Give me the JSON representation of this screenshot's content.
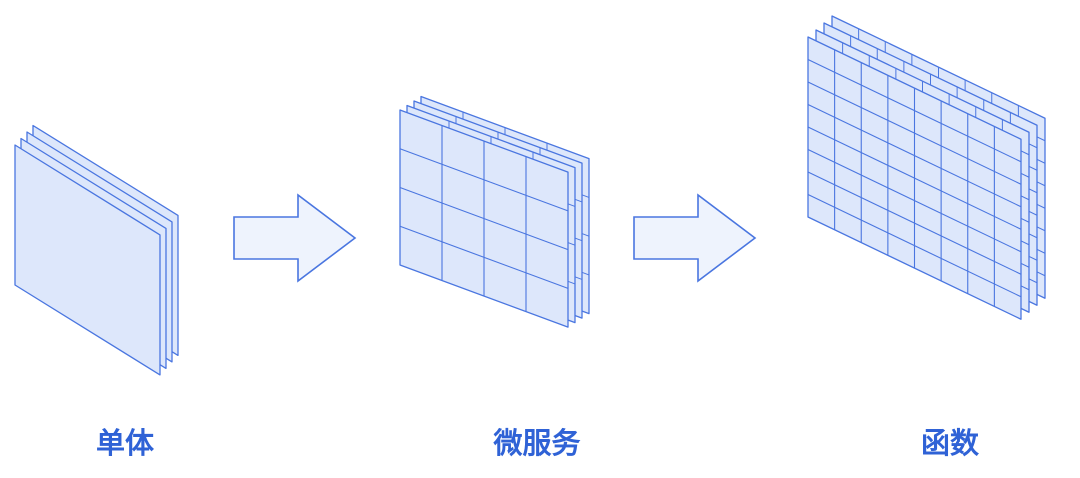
{
  "colors": {
    "fill": "#dde7fb",
    "stroke": "#4a76e0",
    "arrow_fill": "#eef3fd",
    "label": "#2f62d6"
  },
  "stages": [
    {
      "label": "单体",
      "grid_cols": 1,
      "grid_rows": 1,
      "layers": 4
    },
    {
      "label": "微服务",
      "grid_cols": 4,
      "grid_rows": 4,
      "layers": 4
    },
    {
      "label": "函数",
      "grid_cols": 8,
      "grid_rows": 8,
      "layers": 4
    }
  ],
  "arrows": [
    {
      "icon": "right-arrow-icon",
      "from": "单体",
      "to": "微服务"
    },
    {
      "icon": "right-arrow-icon",
      "from": "微服务",
      "to": "函数"
    }
  ]
}
